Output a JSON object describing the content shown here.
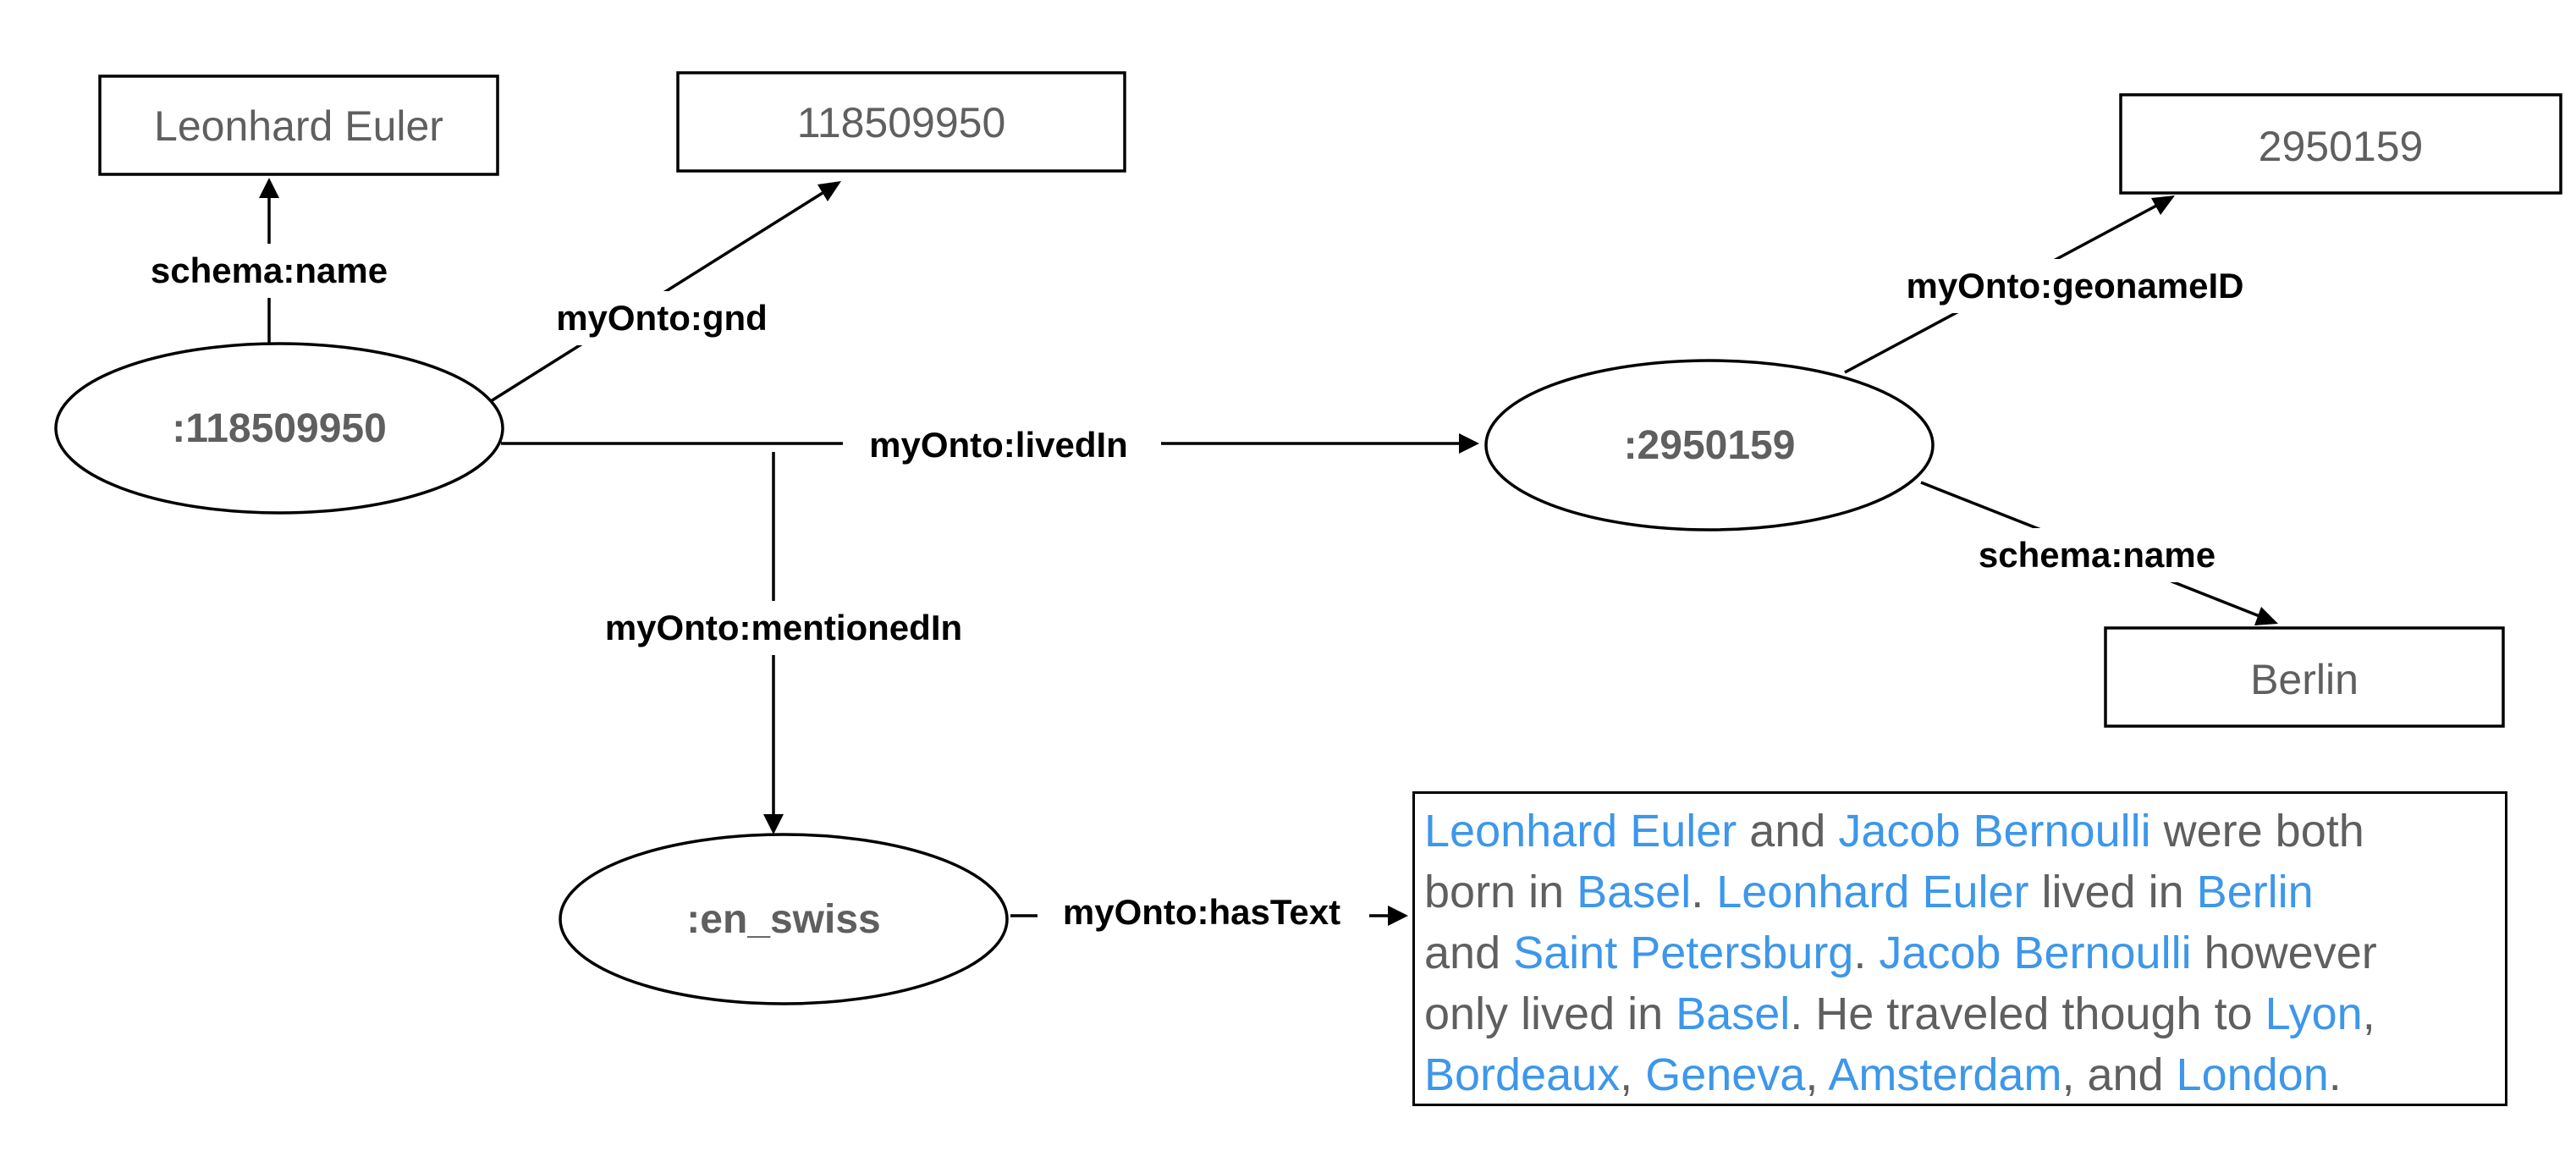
{
  "nodes": {
    "euler": ":118509950",
    "city": ":2950159",
    "doc": ":en_swiss"
  },
  "literals": {
    "euler_name": {
      "text": "Leonhard Euler",
      "color": "#5f5f5f"
    },
    "euler_gnd": {
      "text": "118509950",
      "color": "#8b1f4e"
    },
    "city_geoname": {
      "text": "2950159",
      "color": "#e03a2b"
    },
    "city_name": {
      "text": "Berlin",
      "color": "#5f5f5f"
    }
  },
  "edges": {
    "schema_name_1": "schema:name",
    "gnd": "myOnto:gnd",
    "lived_in": "myOnto:livedIn",
    "mentioned_in": "myOnto:mentionedIn",
    "geoname_id": "myOnto:geonameID",
    "schema_name_2": "schema:name",
    "has_text": "myOnto:hasText"
  },
  "text_box": {
    "entity_color": "#3d97ea",
    "text_color": "#5f5f5f",
    "lines": [
      [
        {
          "t": "Leonhard Euler",
          "e": true
        },
        {
          "t": " and ",
          "e": false
        },
        {
          "t": "Jacob Bernoulli",
          "e": true
        },
        {
          "t": " were both",
          "e": false
        }
      ],
      [
        {
          "t": "born in ",
          "e": false
        },
        {
          "t": "Basel",
          "e": true
        },
        {
          "t": ". ",
          "e": false
        },
        {
          "t": "Leonhard Euler",
          "e": true
        },
        {
          "t": " lived in ",
          "e": false
        },
        {
          "t": "Berlin",
          "e": true
        }
      ],
      [
        {
          "t": "and ",
          "e": false
        },
        {
          "t": "Saint Petersburg",
          "e": true
        },
        {
          "t": ". ",
          "e": false
        },
        {
          "t": "Jacob Bernoulli",
          "e": true
        },
        {
          "t": " however",
          "e": false
        }
      ],
      [
        {
          "t": "only lived in ",
          "e": false
        },
        {
          "t": "Basel",
          "e": true
        },
        {
          "t": ". He traveled though to ",
          "e": false
        },
        {
          "t": "Lyon",
          "e": true
        },
        {
          "t": ",",
          "e": false
        }
      ],
      [
        {
          "t": "Bordeaux",
          "e": true
        },
        {
          "t": ", ",
          "e": false
        },
        {
          "t": "Geneva",
          "e": true
        },
        {
          "t": ", ",
          "e": false
        },
        {
          "t": "Amsterdam",
          "e": true
        },
        {
          "t": ", and ",
          "e": false
        },
        {
          "t": "London",
          "e": true
        },
        {
          "t": ".",
          "e": false
        }
      ]
    ]
  }
}
